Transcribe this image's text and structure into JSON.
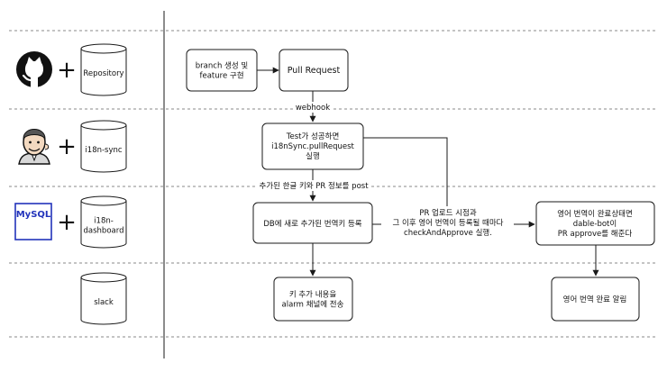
{
  "diagram": {
    "lanes": [
      {
        "tool_icon": "github-octocat-icon",
        "system_label": [
          "Repository"
        ]
      },
      {
        "tool_icon": "jenkins-butler-icon",
        "system_label": [
          "i18n-sync"
        ]
      },
      {
        "tool_icon": "mysql-logo-icon",
        "logo_text": "MySQL",
        "system_label": [
          "i18n-",
          "dashboard"
        ]
      },
      {
        "tool_icon": "",
        "system_label": [
          "slack"
        ]
      }
    ],
    "plus_sign": "+",
    "nodes": {
      "branch": [
        "branch 생성 및",
        "feature 구현"
      ],
      "pull_request": [
        "Pull Request"
      ],
      "test_sync": [
        "Test가 성공하면",
        "i18nSync.pullRequest",
        "실행"
      ],
      "db_register": [
        "DB에 새로 추가된 번역키 등록"
      ],
      "slack_notify": [
        "키 추가 내용을",
        "alarm 채널에 전송"
      ],
      "approve": [
        "영어 번역이 완료상태면",
        "dable-bot이",
        "PR approve를 해준다"
      ],
      "complete_alert": [
        "영어 번역 완료 알림"
      ]
    },
    "edge_labels": {
      "webhook": "webhook",
      "post": "추가된 한글 키와 PR 정보를 post",
      "check": [
        "PR 업로드 시점과",
        "그 이후 영어 번역이 등록될 때마다",
        "checkAndApprove 실행."
      ]
    },
    "colors": {
      "line": "#1a1a1a",
      "dashed": "#8a8a8a",
      "mysql_blue": "#2233bb",
      "background": "#ffffff"
    }
  }
}
